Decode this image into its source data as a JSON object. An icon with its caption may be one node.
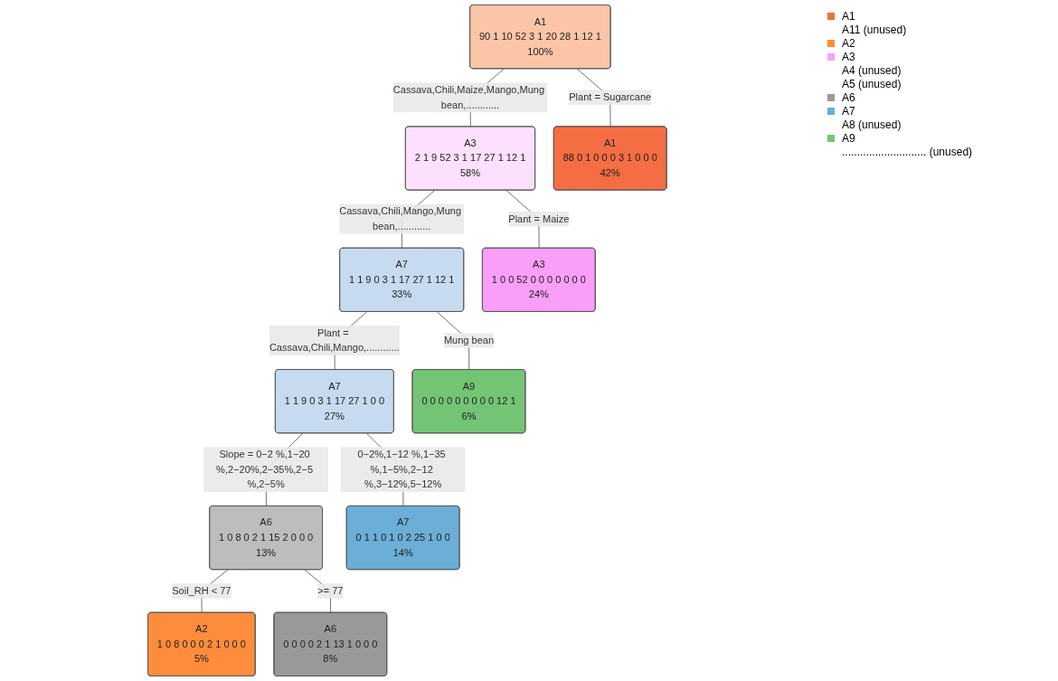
{
  "diagram": {
    "nodes": [
      {
        "text": [
          "A1",
          "90 1 10 52 3 1 20 28 1 12 1",
          "100%"
        ]
      },
      {
        "text": [
          "A3",
          "2 1 9 52 3 1 17 27 1 12 1",
          "58%"
        ]
      },
      {
        "text": [
          "A7",
          "1 1 9 0 3 1 17 27 1 12 1",
          "33%"
        ]
      },
      {
        "text": [
          "A7",
          "1 1 9 0 3 1 17 27 1 0 0",
          "27%"
        ]
      },
      {
        "text": [
          "A6",
          "1 0 8 0 2 1 15 2 0 0 0",
          "13%"
        ]
      },
      {
        "text": [
          "A1",
          "88 0 1 0 0 0 3 1 0 0 0",
          "42%"
        ]
      },
      {
        "text": [
          "A3",
          "1 0 0 52 0 0 0 0 0 0 0",
          "24%"
        ]
      },
      {
        "text": [
          "A2",
          "1 0 8 0 0 0 2 1 0 0 0",
          "5%"
        ]
      },
      {
        "text": [
          "A6",
          "0 0 0 0 2 1 13 1 0 0 0",
          "8%"
        ]
      },
      {
        "text": [
          "A7",
          "0 1 1 0 1 0 2 25 1 0 0",
          "14%"
        ]
      },
      {
        "text": [
          "A9",
          "0 0 0 0 0 0 0 0 0 12 1",
          "6%"
        ]
      }
    ],
    "edges": [
      {
        "from": 0,
        "to": 5,
        "arrow": "none",
        "label": "Plant = Sugarcane"
      },
      {
        "from": 0,
        "to": 1,
        "arrow": "none",
        "label": "Cassava,Chili,Maize,Mango,Mung bean,............"
      },
      {
        "from": 1,
        "to": 6,
        "arrow": "none",
        "label": "Plant = Maize"
      },
      {
        "from": 1,
        "to": 2,
        "arrow": "none",
        "label": "Cassava,Chili,Mango,Mung bean,............"
      },
      {
        "from": 2,
        "to": 3,
        "arrow": "none",
        "label": "Plant = Cassava,Chili,Mango,............"
      },
      {
        "from": 2,
        "to": 10,
        "arrow": "none",
        "label": "Mung bean"
      },
      {
        "from": 3,
        "to": 4,
        "arrow": "none",
        "label": "Slope = 0−2 %,1−20 %,2−20%,2−35%,2−5 %,2−5%"
      },
      {
        "from": 3,
        "to": 9,
        "arrow": "none",
        "label": "0−2%,1−12 %,1−35 %,1−5%,2−12 %,3−12%,5−12%"
      },
      {
        "from": 4,
        "to": 7,
        "arrow": "none",
        "label": "Soil_RH < 77"
      },
      {
        "from": 4,
        "to": 8,
        "arrow": "none",
        "label": ">= 77"
      }
    ],
    "legend": [
      {
        "text": "A1",
        "color": "#f46d43"
      },
      {
        "text": "A11 (unused)"
      },
      {
        "text": "A2",
        "color": "#fd8d3c"
      },
      {
        "text": "A3",
        "color": "#f99ff9"
      },
      {
        "text": "A4 (unused)"
      },
      {
        "text": "A5 (unused)"
      },
      {
        "text": "A6",
        "color": "#999999"
      },
      {
        "text": "A7",
        "color": "#6baed6"
      },
      {
        "text": "A8 (unused)"
      },
      {
        "text": "A9",
        "color": "#74c476"
      },
      {
        "text": "............................ (unused)"
      }
    ]
  }
}
